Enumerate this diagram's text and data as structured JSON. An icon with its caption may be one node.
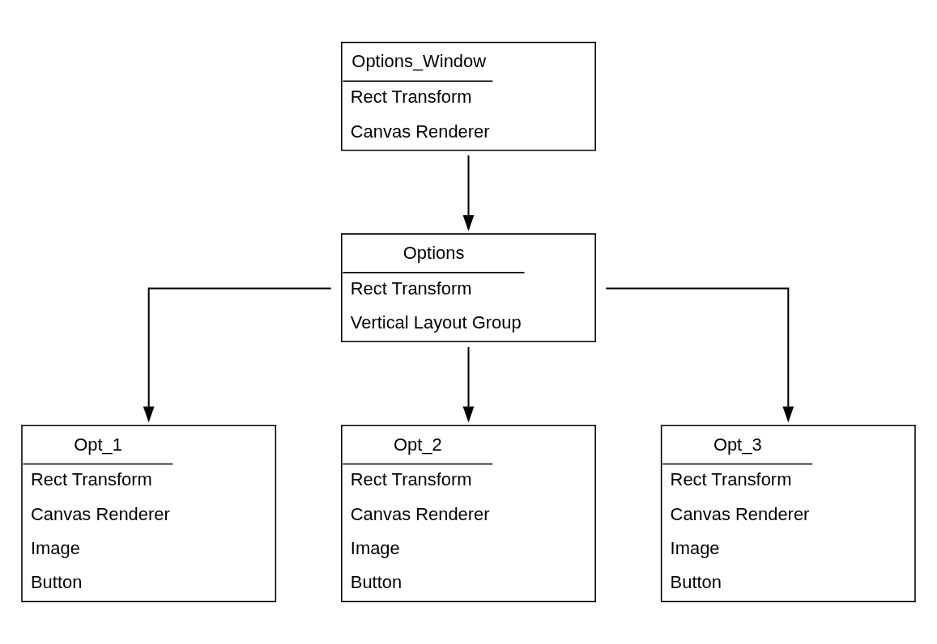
{
  "diagram": {
    "nodes": [
      {
        "text": [
          "Options_Window",
          "Rect Transform",
          "Canvas Renderer"
        ]
      },
      {
        "text": [
          "Options",
          "Rect Transform",
          "Vertical Layout Group"
        ]
      },
      {
        "text": [
          "Opt_1",
          "Rect Transform",
          "Canvas Renderer",
          "Image",
          "Button"
        ]
      },
      {
        "text": [
          "Opt_2",
          "Rect Transform",
          "Canvas Renderer",
          "Image",
          "Button"
        ]
      },
      {
        "text": [
          "Opt_3",
          "Rect Transform",
          "Canvas Renderer",
          "Image",
          "Button"
        ]
      }
    ],
    "edges": [
      {
        "from": 0,
        "to": 1,
        "arrow": "to"
      },
      {
        "from": 1,
        "to": 2,
        "arrow": "to"
      },
      {
        "from": 1,
        "to": 3,
        "arrow": "to"
      },
      {
        "from": 1,
        "to": 4,
        "arrow": "to"
      }
    ]
  }
}
